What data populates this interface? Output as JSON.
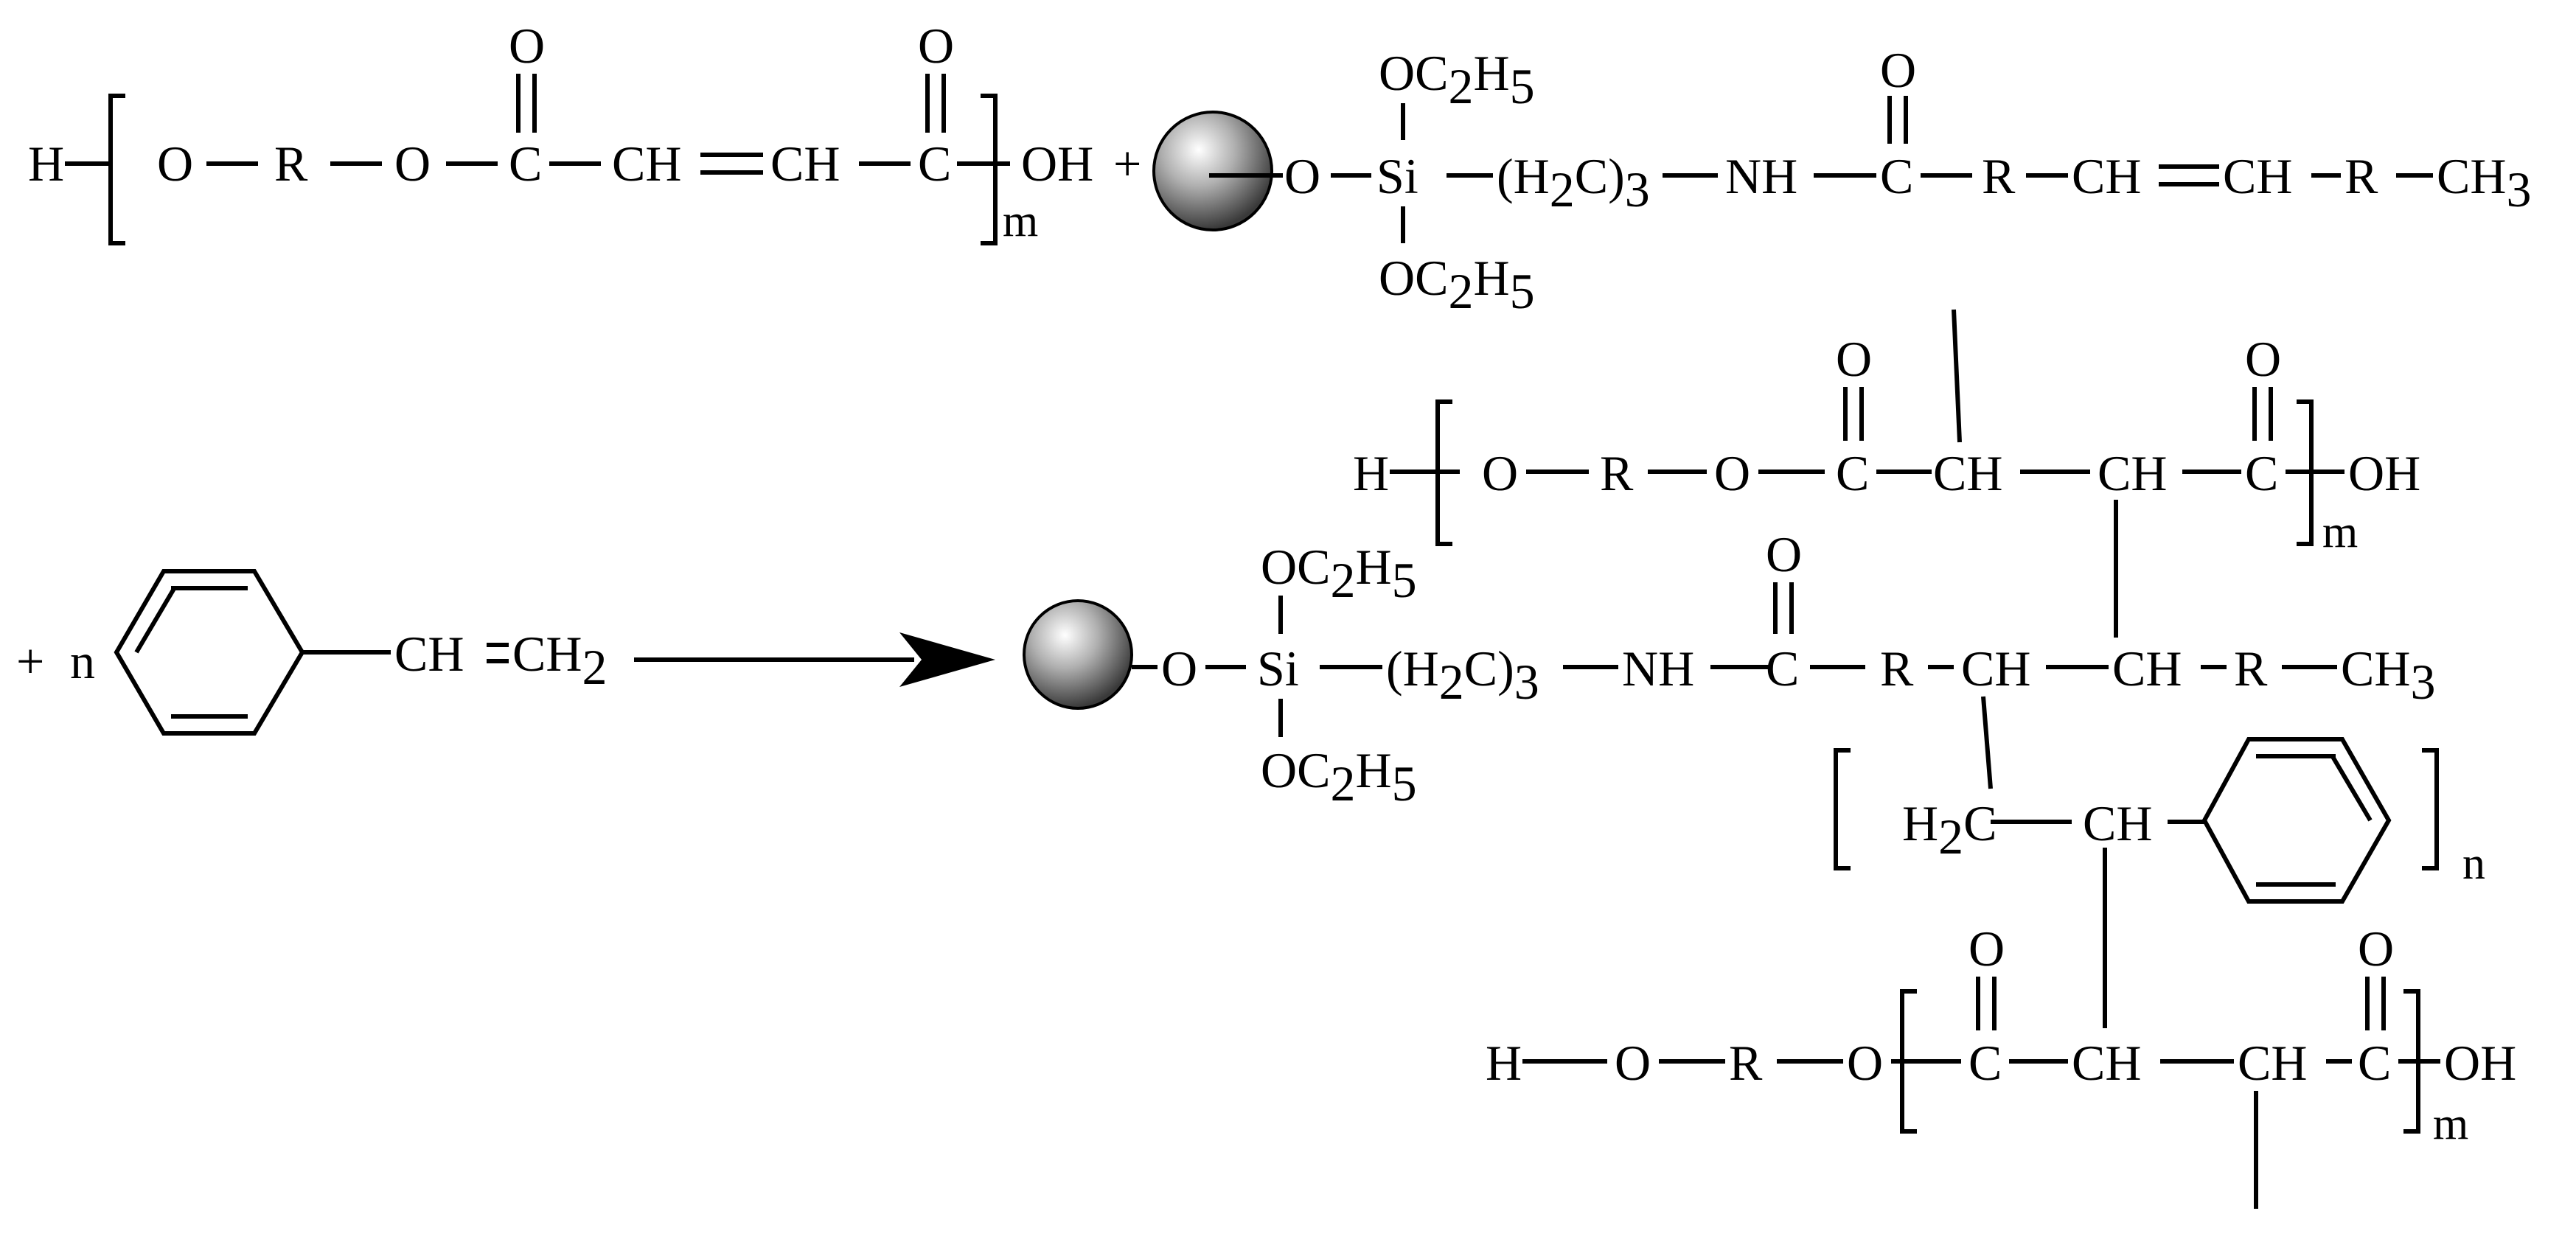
{
  "labels": {
    "H": "H",
    "O": "O",
    "R": "R",
    "C": "C",
    "CH": "CH",
    "OH": "OH",
    "NH": "NH",
    "Si": "Si",
    "CH3": "CH3",
    "H2C3": "(H2C)3",
    "OC2H5": "OC2H5",
    "H2C": "H2C",
    "CH2": "CH2",
    "m": "m",
    "n": "n",
    "plus": "+"
  },
  "colors": {
    "line": "#000000",
    "sphere_light": "#ffffff",
    "sphere_mid": "#b0b0b0",
    "sphere_dark": "#3a3a3a"
  }
}
